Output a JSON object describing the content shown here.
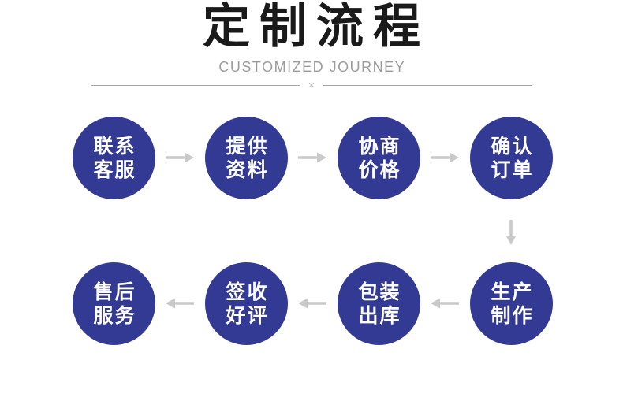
{
  "header": {
    "title": "定制流程",
    "subtitle": "CUSTOMIZED JOURNEY",
    "divider_glyph": "×"
  },
  "colors": {
    "circle_fill": "#333a93",
    "circle_text": "#ffffff",
    "arrow": "#c9c9c9",
    "title_text": "#1a1a1a",
    "subtitle_text": "#9b9b9b",
    "divider_line": "#a6a6a6"
  },
  "flow": {
    "row1": [
      {
        "line1": "联系",
        "line2": "客服"
      },
      {
        "line1": "提供",
        "line2": "资料"
      },
      {
        "line1": "协商",
        "line2": "价格"
      },
      {
        "line1": "确认",
        "line2": "订单"
      }
    ],
    "row2": [
      {
        "line1": "售后",
        "line2": "服务"
      },
      {
        "line1": "签收",
        "line2": "好评"
      },
      {
        "line1": "包装",
        "line2": "出库"
      },
      {
        "line1": "生产",
        "line2": "制作"
      }
    ]
  }
}
